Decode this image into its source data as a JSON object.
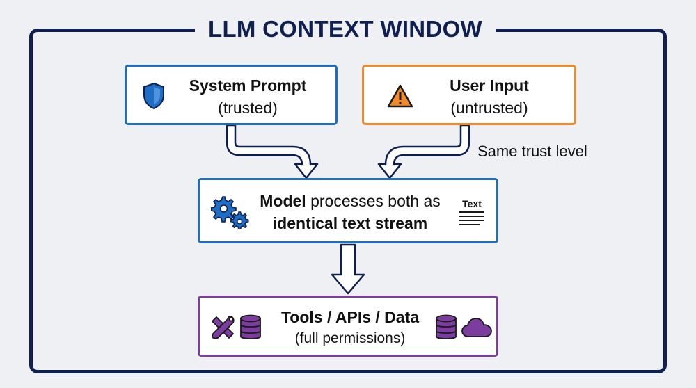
{
  "title": "LLM CONTEXT WINDOW",
  "system_prompt": {
    "title": "System Prompt",
    "subtitle": "(trusted)"
  },
  "user_input": {
    "title": "User Input",
    "subtitle": "(untrusted)"
  },
  "annotation": "Same trust level",
  "model": {
    "line1_bold": "Model",
    "line1_rest": " processes both as",
    "line2": "identical text stream",
    "doc_label": "Text"
  },
  "tools": {
    "title": "Tools / APIs / Data",
    "subtitle": "(full permissions)"
  },
  "icons": {
    "system": "shield-icon",
    "user": "warning-icon",
    "model_left": "gears-icon",
    "model_right": "text-document-icon",
    "tools_left": [
      "tools-icon",
      "database-icon"
    ],
    "tools_right": [
      "database-icon",
      "cloud-icon"
    ]
  },
  "colors": {
    "frame": "#0f1f4f",
    "trusted": "#1f6ec4",
    "untrusted": "#f2892a",
    "permissions": "#7b3d9e"
  }
}
